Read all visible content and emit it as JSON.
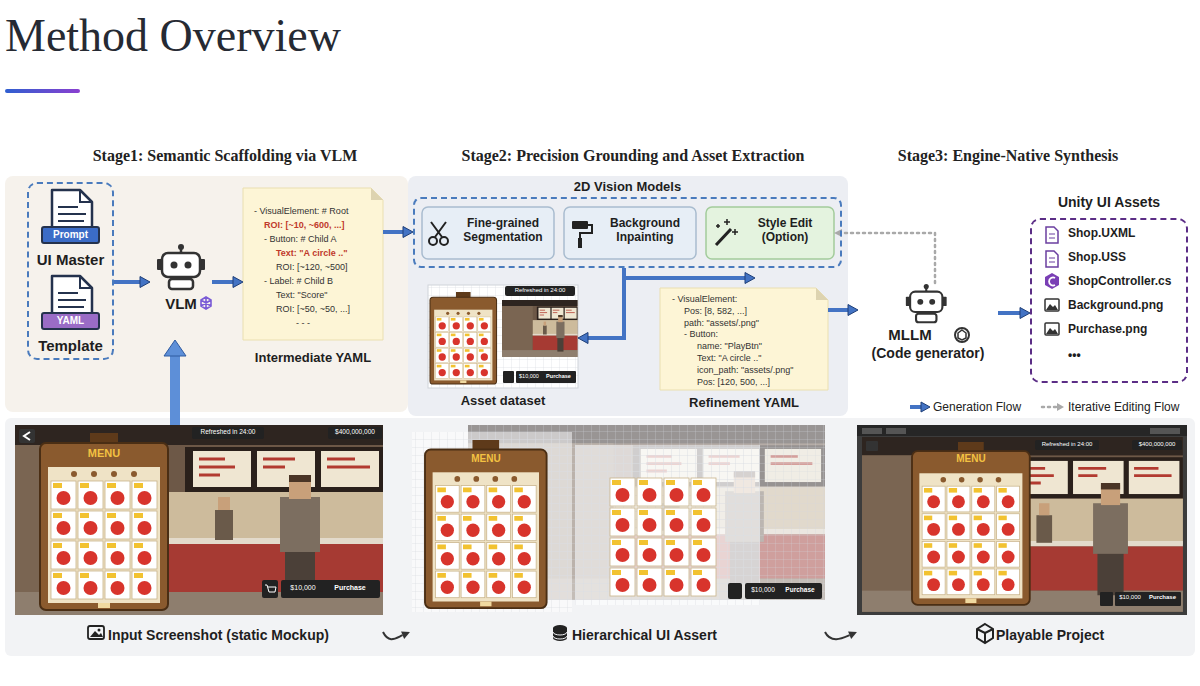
{
  "diagram": {
    "title": "Method Overview",
    "nodes": [
      {
        "text": [
          "Stage1: Semantic Scaffolding via VLM"
        ]
      },
      {
        "text": [
          "Prompt",
          "UI Master",
          "YAML",
          "Template"
        ],
        "in": 0
      },
      {
        "text": [
          "VLM"
        ],
        "in": 0
      },
      {
        "text": [
          "- VisualElement: # Root",
          "ROI: [~10, ~600, ...]",
          "- Button: # Child A",
          "Text: \"A circle ..\"",
          "ROI: [~120, ~500]",
          "- Label: # Child B",
          "Text: \"Score\"",
          "ROI: [~50, ~50, ...]",
          "- - -",
          "Intermediate YAML"
        ],
        "in": 0
      },
      {
        "text": [
          "Stage2: Precision Grounding and Asset Extraction"
        ]
      },
      {
        "text": [
          "2D Vision Models"
        ],
        "in": 4
      },
      {
        "text": [
          "Fine-grained Segmentation"
        ],
        "in": 5
      },
      {
        "text": [
          "Background Inpainting"
        ],
        "in": 5
      },
      {
        "text": [
          "Style Edit (Option)"
        ],
        "in": 5
      },
      {
        "text": [
          "Refreshed in 24:00",
          "$10,000",
          "Purchase",
          "Asset dataset"
        ],
        "in": 4
      },
      {
        "text": [
          "- VisualElement:",
          "Pos: [8, 582, ...]",
          "path: \"assets/.png\"",
          "- Button:",
          "name: \"PlayBtn\"",
          "Text: \"A circle ..\"",
          "icon_path: \"assets/.png\"",
          "Pos: [120, 500, ...]",
          "Refinement YAML"
        ],
        "in": 4
      },
      {
        "text": [
          "MLLM",
          "(Code generator)"
        ]
      },
      {
        "text": [
          "Unity UI Assets",
          "Shop.UXML",
          "Shop.USS",
          "ShopController.cs",
          "Background.png",
          "Purchase.png",
          "•••"
        ]
      },
      {
        "text": [
          "Refreshed in 24:00",
          "$400,000,000",
          "MENU",
          "$10,000",
          "Purchase",
          "Input Screenshot (static Mockup)"
        ]
      },
      {
        "text": [
          "MENU",
          "$10,000",
          "Purchase",
          "Hierarchical UI Assert"
        ]
      },
      {
        "text": [
          "Refreshed in 24:00",
          "$400,000,000",
          "MENU",
          "$10,000",
          "Purchase",
          "Playable Project"
        ]
      }
    ],
    "edges": [
      {
        "from": 1,
        "to": 2,
        "arrow": "to"
      },
      {
        "from": 2,
        "to": 3,
        "arrow": "to"
      },
      {
        "from": 3,
        "to": 5,
        "arrow": "to"
      },
      {
        "from": 5,
        "to": 9,
        "arrow": "to"
      },
      {
        "from": 5,
        "to": 10,
        "arrow": "to"
      },
      {
        "from": 10,
        "to": 11,
        "arrow": "to"
      },
      {
        "from": 11,
        "to": 12,
        "arrow": "to"
      },
      {
        "from": 11,
        "to": 8,
        "arrow": "to"
      },
      {
        "from": 13,
        "to": 2,
        "arrow": "to"
      },
      {
        "from": 13,
        "to": 14,
        "arrow": "to"
      },
      {
        "from": 14,
        "to": 15,
        "arrow": "to"
      }
    ],
    "labels": [
      "Stage3: Engine-Native Synthesis"
    ],
    "legend": [
      {
        "text": "Generation Flow"
      },
      {
        "text": "Iterative Editing Flow"
      }
    ]
  }
}
